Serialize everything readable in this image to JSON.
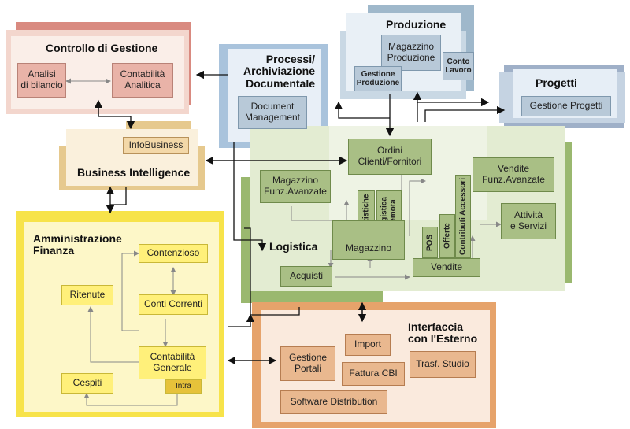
{
  "controllo": {
    "title": "Controllo di Gestione",
    "analisi": "Analisi\ndi bilancio",
    "contabilita": "Contabilità\nAnalitica"
  },
  "processi": {
    "title": "Processi/\nArchiviazione\nDocumentale",
    "doc": "Document\nManagement"
  },
  "produzione": {
    "title": "Produzione",
    "magazzino": "Magazzino\nProduzione",
    "conto": "Conto\nLavoro",
    "gestione": "Gestione\nProduzione"
  },
  "progetti": {
    "title": "Progetti",
    "gestione": "Gestione Progetti"
  },
  "bi": {
    "title": "Business Intelligence",
    "infobusiness": "InfoBusiness"
  },
  "logistica": {
    "title": "Logistica",
    "ordini": "Ordini\nClienti/Fornitori",
    "magazzino_funz": "Magazzino\nFunz.Avanzate",
    "vendite_funz": "Vendite\nFunz.Avanzate",
    "attivita": "Attività\ne Servizi",
    "statistiche": "Statistiche",
    "logistica_remota": "Logistica\nRemota",
    "pos": "POS",
    "offerte": "Offerte",
    "contributi": "Contributi Accessori",
    "magazzino": "Magazzino",
    "acquisti": "Acquisti",
    "vendite": "Vendite"
  },
  "amministrazione": {
    "title": "Amministrazione\nFinanza",
    "contenzioso": "Contenzioso",
    "ritenute": "Ritenute",
    "conti": "Conti Correnti",
    "contabilita": "Contabilità\nGenerale",
    "intra": "Intra",
    "cespiti": "Cespiti"
  },
  "interfaccia": {
    "title": "Interfaccia\ncon l'Esterno",
    "portali": "Gestione\nPortali",
    "import": "Import",
    "fattura": "Fattura CBI",
    "trasf": "Trasf. Studio",
    "software": "Software Distribution"
  }
}
